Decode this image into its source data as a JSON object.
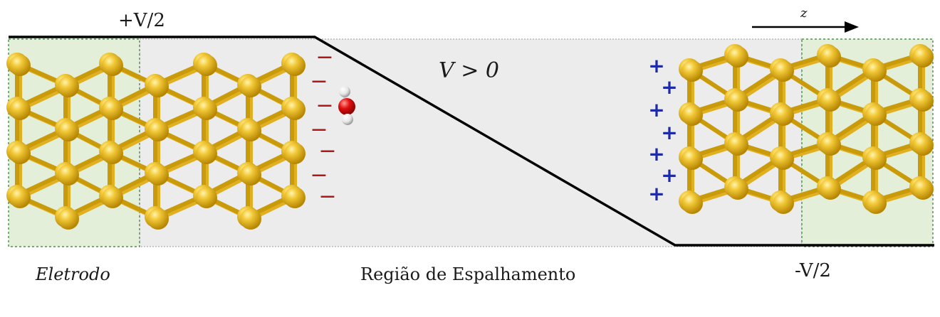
{
  "labels": {
    "plus_voltage": "+V/2",
    "minus_voltage": "-V/2",
    "bias": "V >  0",
    "axis": "z",
    "electrode": "Eletrodo",
    "scattering_region": "Região de Espalhamento"
  },
  "charges": {
    "negative_symbol": "−",
    "positive_symbol": "+"
  },
  "colors": {
    "gold": "#e8b923",
    "gold_dark": "#c99a0a",
    "electrode_fill": "#e3efd8",
    "scatter_fill": "#ececec",
    "negative_charge": "#b01818",
    "positive_charge": "#1f2aa8",
    "oxygen": "#e01010",
    "hydrogen": "#eeeeee",
    "potential_line": "#000000"
  }
}
